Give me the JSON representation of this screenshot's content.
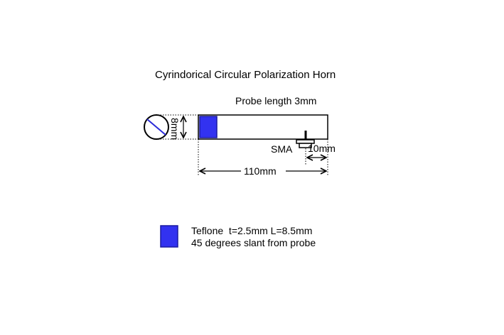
{
  "diagram": {
    "title": "Cyrindorical Circular Polarization Horn",
    "probe_label": "Probe length 3mm",
    "diameter_label": "8mm",
    "connector_label": "SMA",
    "offset_label": "10mm",
    "length_label": "110mm",
    "legend": {
      "line1": "Teflone  t=2.5mm L=8.5mm",
      "line2": "45 degrees slant from probe"
    },
    "colors": {
      "teflon": "#3232f0",
      "teflon_border": "#1a1aa0",
      "stroke": "#000000",
      "slant_line": "#2a2ad8"
    }
  }
}
